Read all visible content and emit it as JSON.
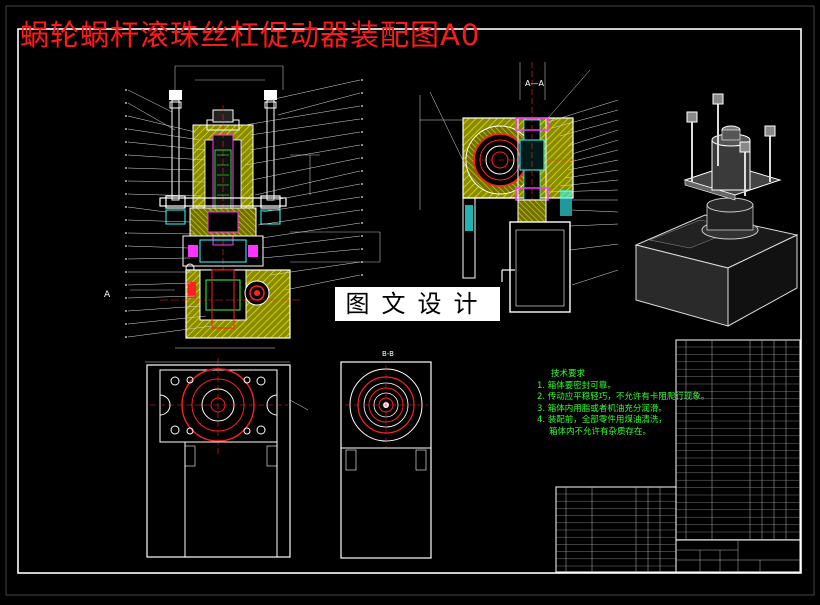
{
  "title": "蜗轮蜗杆滚珠丝杠促动器装配图A0",
  "watermark": "图文设计",
  "section_labels": {
    "aa": "A—A",
    "bb": "B-B",
    "a_marker": "A"
  },
  "tech_requirements": {
    "heading": "技术要求",
    "items": [
      "1. 箱体要密封可靠。",
      "2. 传动应平稳轻巧，不允许有卡阻爬行现象。",
      "3. 箱体内用脂或者机油充分润滑。",
      "4. 装配前，全部零件用煤油清洗，",
      "   箱体内不允许有杂质存在。"
    ]
  },
  "colors": {
    "background": "#000000",
    "frame": "#ffffff",
    "title": "#ff1a1a",
    "hatch": "#c8c800",
    "leader": "#ffffff",
    "notes": "#33ff33",
    "accent_red": "#ff2020",
    "accent_magenta": "#ff33ff",
    "accent_cyan": "#33ffff",
    "accent_green": "#33ff33"
  }
}
